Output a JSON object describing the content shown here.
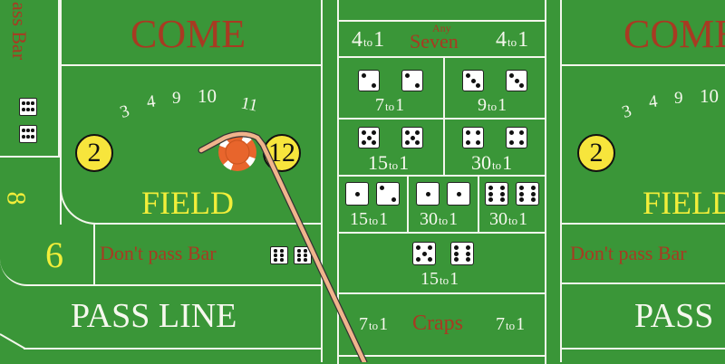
{
  "table": {
    "felt_color": "#3a9638",
    "line_color": "#f3f6ec",
    "left": {
      "come_label": "COME",
      "field_numbers": [
        "3",
        "4",
        "9",
        "10",
        "11"
      ],
      "field_ball_left": "2",
      "field_ball_right": "12",
      "field_label": "FIELD",
      "dont_pass_bar_label": "Don't pass Bar",
      "dont_pass_bar_vertical_label": "ass Bar",
      "big_8_label": "8",
      "big_6_label": "6",
      "pass_line_label": "PASS LINE"
    },
    "center": {
      "any_seven": {
        "small": "Any",
        "big": "Seven",
        "left_odds": "4",
        "right_odds": "4",
        "to": "to",
        "one": "1"
      },
      "hardways": [
        {
          "dice": [
            2,
            2
          ],
          "odds": "7",
          "to": "to",
          "one": "1"
        },
        {
          "dice": [
            3,
            3
          ],
          "odds": "9",
          "to": "to",
          "one": "1"
        },
        {
          "dice": [
            5,
            5
          ],
          "odds": "15",
          "to": "to",
          "one": "1"
        },
        {
          "dice": [
            4,
            4
          ],
          "odds": "30",
          "to": "to",
          "one": "1"
        }
      ],
      "one_rolls": [
        {
          "dice": [
            1,
            2
          ],
          "odds": "15",
          "to": "to",
          "one": "1"
        },
        {
          "dice": [
            1,
            1
          ],
          "odds": "30",
          "to": "to",
          "one": "1"
        },
        {
          "dice": [
            6,
            6
          ],
          "odds": "30",
          "to": "to",
          "one": "1"
        }
      ],
      "yo_eleven": {
        "dice": [
          5,
          6
        ],
        "odds": "15",
        "to": "to",
        "one": "1"
      },
      "any_craps": {
        "label": "Craps",
        "left_odds": "7",
        "right_odds": "7",
        "to": "to",
        "one": "1"
      }
    },
    "right": {
      "come_label": "COME",
      "field_numbers": [
        "3",
        "4",
        "9",
        "10"
      ],
      "field_ball_left": "2",
      "field_label": "FIELD",
      "dont_pass_bar_label": "Don't pass Bar",
      "pass_line_label": "PASS"
    },
    "chip": {
      "color": "#e8652c",
      "stripe_color": "#ffffff"
    },
    "stick": {
      "color": "#f0b48c"
    }
  }
}
